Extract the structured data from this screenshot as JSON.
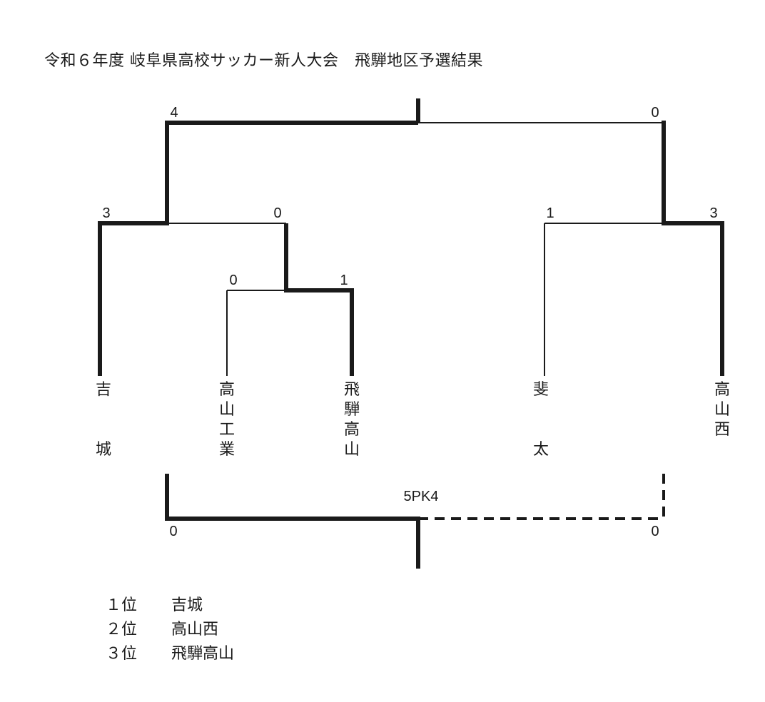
{
  "title": "令和６年度 岐阜県高校サッカー新人大会　飛騨地区予選結果",
  "teams": {
    "yoshiki": [
      "吉",
      "城"
    ],
    "takayama_kogyo": [
      "高",
      "山",
      "工",
      "業"
    ],
    "hida_takayama": [
      "飛",
      "騨",
      "高",
      "山"
    ],
    "hida": [
      "斐",
      "太"
    ],
    "takayama_nishi": [
      "高",
      "山",
      "西"
    ]
  },
  "scores": {
    "first_round": {
      "takayama_kogyo": "0",
      "hida_takayama": "1"
    },
    "semifinal_left": {
      "yoshiki": "3",
      "hida_takayama": "0"
    },
    "semifinal_right": {
      "hida": "1",
      "takayama_nishi": "3"
    },
    "final": {
      "yoshiki": "4",
      "takayama_nishi": "0"
    },
    "third_place": {
      "left": "0",
      "right": "0",
      "pk": "5PK4"
    }
  },
  "standings": [
    {
      "rank": "１位",
      "team": "吉城"
    },
    {
      "rank": "２位",
      "team": "高山西"
    },
    {
      "rank": "３位",
      "team": "飛騨高山"
    }
  ]
}
